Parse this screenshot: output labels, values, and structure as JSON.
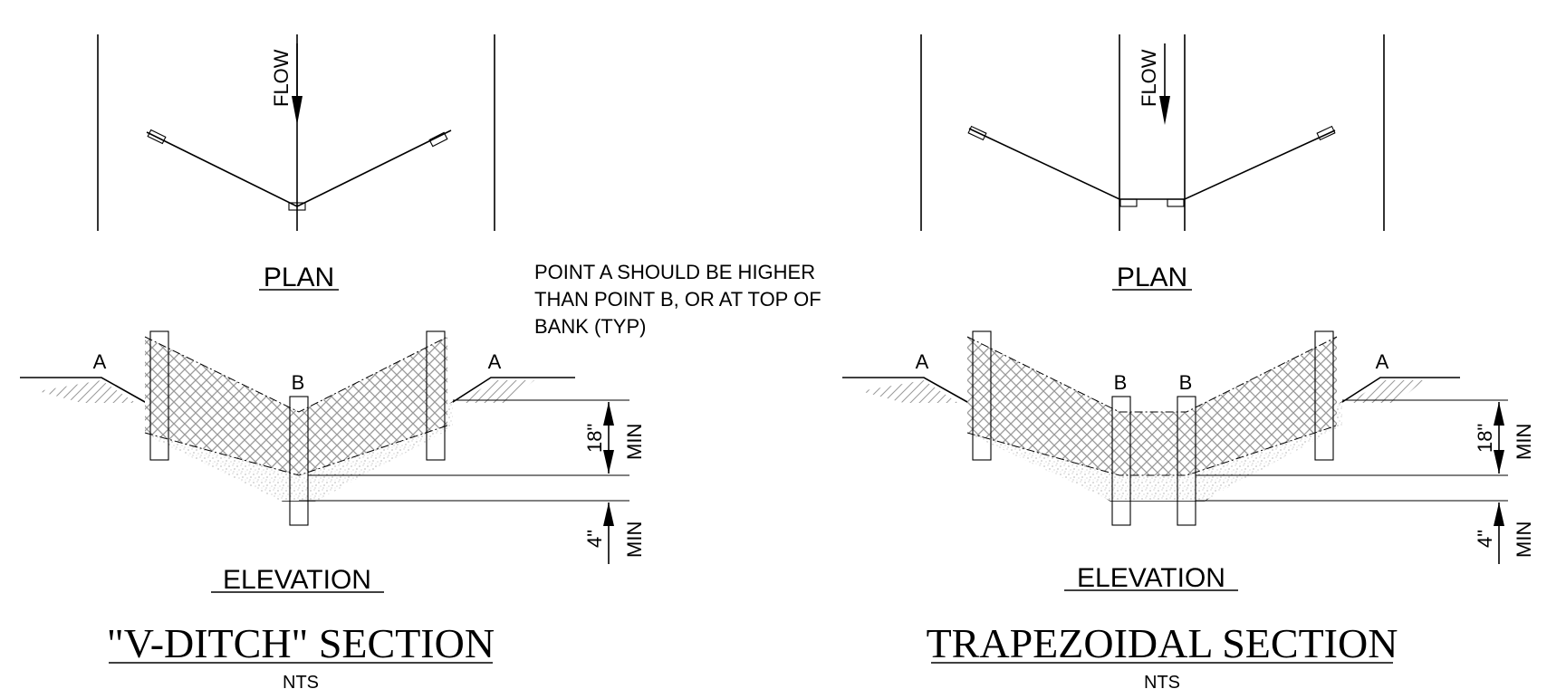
{
  "flow_label": "FLOW",
  "note": {
    "line1": "POINT A SHOULD BE HIGHER",
    "line2": "THAN POINT B, OR AT TOP OF",
    "line3": "BANK (TYP)"
  },
  "v_ditch": {
    "plan_label": "PLAN",
    "elevation_label": "ELEVATION",
    "title": "\"V-DITCH\" SECTION",
    "scale": "NTS",
    "point_a": "A",
    "point_b": "B",
    "dim_height": "18\"",
    "dim_height_min": "MIN",
    "dim_embed": "4\"",
    "dim_embed_min": "MIN"
  },
  "trapezoidal": {
    "plan_label": "PLAN",
    "elevation_label": "ELEVATION",
    "title": "TRAPEZOIDAL SECTION",
    "scale": "NTS",
    "point_a": "A",
    "point_b": "B",
    "dim_height": "18\"",
    "dim_height_min": "MIN",
    "dim_embed": "4\"",
    "dim_embed_min": "MIN"
  }
}
